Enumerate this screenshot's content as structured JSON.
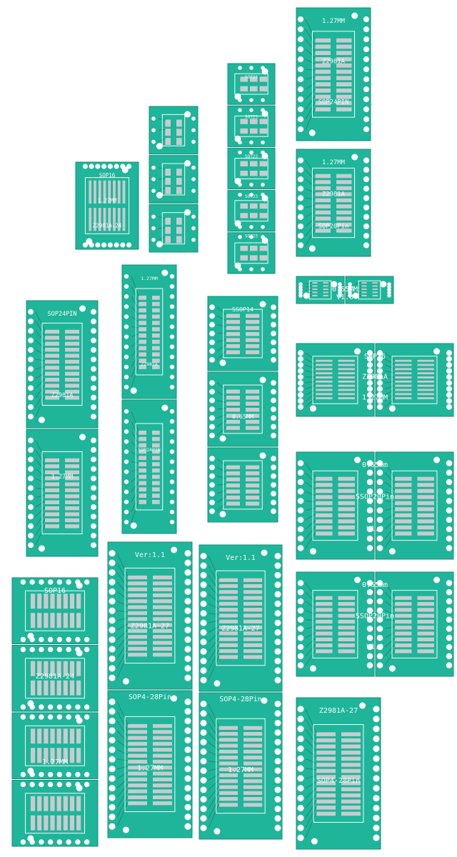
{
  "photo": {
    "colors": {
      "background": "#ffffff",
      "board": "#1fb59a",
      "board_edge": "#148f78",
      "pad": "#c7cccf",
      "pad_dark": "#9aa1a5",
      "silk": "#f4fbf9"
    },
    "boards": [
      {
        "id": "sop16-small",
        "labels": [
          "SOP16",
          "1.27MM",
          "Z2981A-24"
        ]
      },
      {
        "id": "sot23-strip-a",
        "labels": []
      },
      {
        "id": "sot23-strip-b",
        "labels": [
          "SOT23",
          "SOT23",
          "SOT23",
          "SOT23",
          "SOT23"
        ]
      },
      {
        "id": "sop24-top",
        "labels": [
          "1.27MM",
          "Z2981A",
          "SOP24PIN"
        ]
      },
      {
        "id": "sop20-top",
        "labels": [
          "1.27MM",
          "Z2981A",
          "SOP20Pin"
        ]
      },
      {
        "id": "msop-pair",
        "labels": [
          "0.65MM",
          "V1.0"
        ]
      },
      {
        "id": "sop24-left",
        "labels": [
          "SOP24PIN",
          "Z2981A",
          "1.27MM"
        ]
      },
      {
        "id": "sop24-mid",
        "labels": [
          "1.27MM",
          "Z2981A",
          "SOP24PIN"
        ]
      },
      {
        "id": "ssop14",
        "labels": [
          "SSOP14",
          "0.65MM"
        ]
      },
      {
        "id": "sop20-pair",
        "labels": [
          "SOP16",
          "Z2981A",
          "1.27MM"
        ]
      },
      {
        "id": "ssop20-a",
        "labels": [
          "0.65mm",
          "SSOP20Pin",
          "V1.0"
        ]
      },
      {
        "id": "ssop20-b",
        "labels": [
          "0.65mm",
          "SSOP20Pin",
          "V1.0"
        ]
      },
      {
        "id": "sop16-stack",
        "labels": [
          "SOP16",
          "Z2981A-24",
          "1.27MM"
        ]
      },
      {
        "id": "sop28-a",
        "labels": [
          "Ver:1.1",
          "Z2981A-27",
          "SOP4-28Pin",
          "1.27MM"
        ]
      },
      {
        "id": "sop28-b",
        "labels": [
          "Ver:1.1",
          "Z2981A-27",
          "SOP4-28Pin",
          "1.27MM"
        ]
      },
      {
        "id": "sop28-c",
        "labels": [
          "Z2981A-27",
          "SOP4-28Pin"
        ]
      }
    ]
  }
}
